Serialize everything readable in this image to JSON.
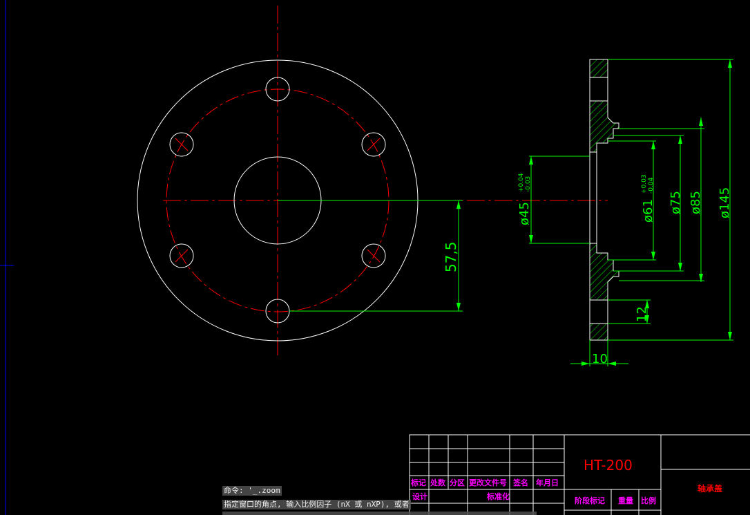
{
  "command_line": {
    "history_1": "命令: '_.zoom",
    "history_2": "指定窗口的角点, 输入比例因子 (nX 或 nXP), 或者"
  },
  "dimensions": {
    "d45": "ø45",
    "d45_tol_upper": "+0.04",
    "d45_tol_lower": "-0.03",
    "d61": "ø61",
    "d61_tol_upper": "+0.03",
    "d61_tol_lower": "-0.04",
    "d75": "ø75",
    "d85": "ø85",
    "d145": "ø145",
    "bolt_circle_offset": "57,5",
    "thickness_12": "12",
    "width_10": "10"
  },
  "title_block": {
    "material": "HT-200",
    "part_name": "轴承盖",
    "headers": [
      "标记",
      "处数",
      "分区",
      "更改文件号",
      "签名",
      "年月日"
    ],
    "design_label": "设计",
    "standard_label": "标准化",
    "stage_label": "阶段标记",
    "weight_label": "重量",
    "scale_label": "比例"
  },
  "colors": {
    "background": "#000000",
    "outline": "#ffffff",
    "centerline": "#ff0000",
    "dimension": "#00ff00",
    "titleblock_text": "#ff00ff",
    "material_text": "#ff0000",
    "ucs_axis": "#0000ff"
  }
}
